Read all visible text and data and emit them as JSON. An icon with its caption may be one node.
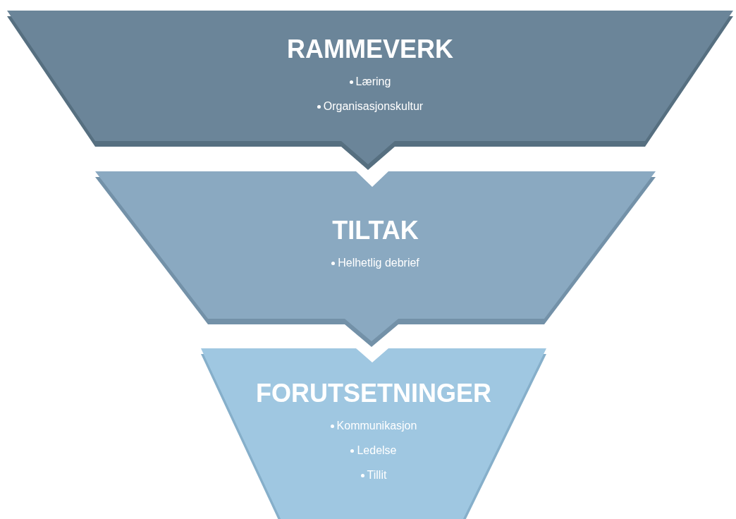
{
  "diagram": {
    "nodes": [
      {
        "text": [
          "RAMMEVERK",
          "Læring",
          "Organisasjonskultur"
        ]
      },
      {
        "text": [
          "TILTAK",
          "Helhetlig debrief"
        ]
      },
      {
        "text": [
          "FORUTSETNINGER",
          "Kommunikasjon",
          "Ledelse",
          "Tillit"
        ]
      }
    ],
    "edges": []
  }
}
